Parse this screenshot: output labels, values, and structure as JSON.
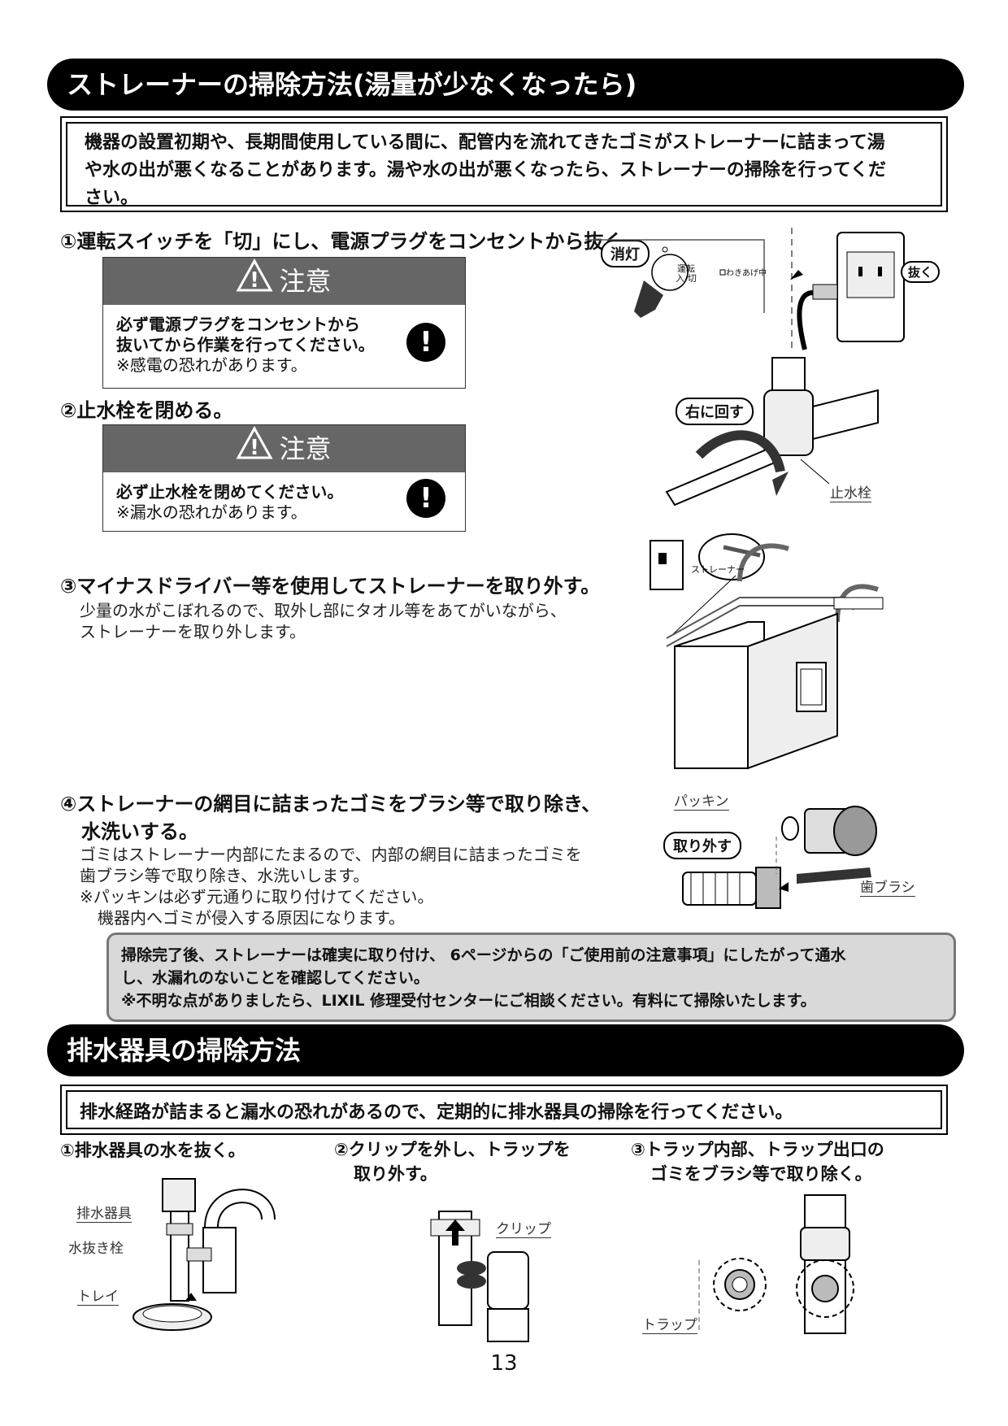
{
  "section1": {
    "title": "ストレーナーの掃除方法(湯量が少なくなったら)",
    "intro_line1": "機器の設置初期や、長期間使用している間に、配管内を流れてきたゴミがストレーナーに詰まって湯",
    "intro_line2": "や水の出が悪くなることがあります。湯や水の出が悪くなったら、ストレーナーの掃除を行ってくだ",
    "intro_line3": "さい。",
    "step1": {
      "text": "①運転スイッチを「切」にし、電源プラグをコンセントから抜く。",
      "caution_title": "注意",
      "caution_line1": "必ず電源プラグをコンセントから",
      "caution_line2": "抜いてから作業を行ってください。",
      "caution_note": "※感電の恐れがあります。",
      "fig_label_off": "消灯",
      "fig_label_switch": "運転\n入/切",
      "fig_label_boil": "わきあげ中",
      "fig_label_pull": "抜く"
    },
    "step2": {
      "text": "②止水栓を閉める。",
      "caution_title": "注意",
      "caution_line1": "必ず止水栓を閉めてください。",
      "caution_note": "※漏水の恐れがあります。",
      "fig_label_turn": "右に回す",
      "fig_label_valve": "止水栓"
    },
    "step3": {
      "text": "③マイナスドライバー等を使用してストレーナーを取り外す。",
      "sub_line1": "少量の水がこぼれるので、取外し部にタオル等をあてがいながら、",
      "sub_line2": "ストレーナーを取り外します。",
      "fig_label_strainer": "ストレーナー"
    },
    "step4": {
      "text_line1": "④ストレーナーの網目に詰まったゴミをブラシ等で取り除き、",
      "text_line2": "水洗いする。",
      "sub_line1": "ゴミはストレーナー内部にたまるので、内部の網目に詰まったゴミを",
      "sub_line2": "歯ブラシ等で取り除き、水洗いします。",
      "sub_line3": "※パッキンは必ず元通りに取り付けてください。",
      "sub_line4": "機器内へゴミが侵入する原因になります。",
      "fig_label_packing": "パッキン",
      "fig_label_remove": "取り外す",
      "fig_label_brush": "歯ブラシ"
    },
    "notice_line1": "掃除完了後、ストレーナーは確実に取り付け、 6ページからの「ご使用前の注意事項」にしたがって通水",
    "notice_line2": "し、水漏れのないことを確認してください。",
    "notice_line3": "※不明な点がありましたら、LIXIL 修理受付センターにご相談ください。有料にて掃除いたします。"
  },
  "section2": {
    "title": "排水器具の掃除方法",
    "intro": "排水経路が詰まると漏水の恐れがあるので、定期的に排水器具の掃除を行ってください。",
    "step1": {
      "text": "①排水器具の水を抜く。",
      "fig_label_drain": "排水器具",
      "fig_label_plug": "水抜き栓",
      "fig_label_tray": "トレイ"
    },
    "step2": {
      "text_line1": "②クリップを外し、トラップを",
      "text_line2": "取り外す。",
      "fig_label_clip": "クリップ"
    },
    "step3": {
      "text_line1": "③トラップ内部、トラップ出口の",
      "text_line2": "ゴミをブラシ等で取り除く。",
      "fig_label_trap": "トラップ"
    }
  },
  "page_number": "13"
}
